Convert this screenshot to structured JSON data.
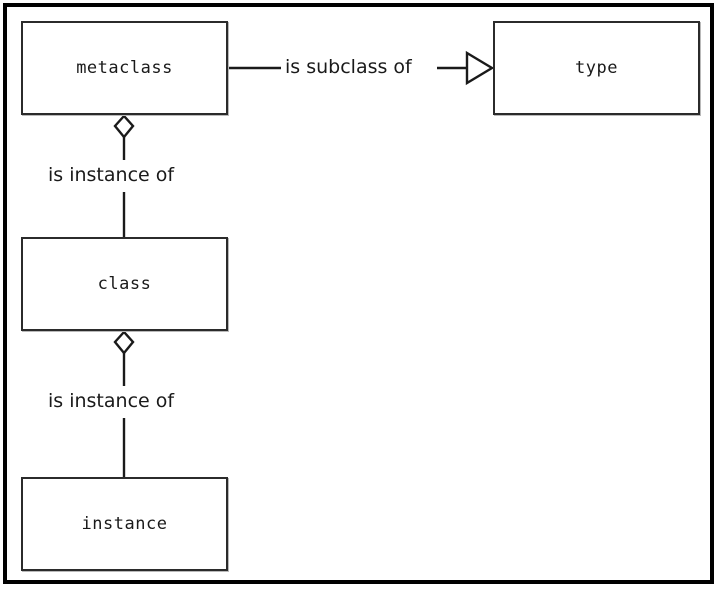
{
  "diagram": {
    "type": "uml-class-relationship-diagram",
    "background_color": "#ffffff",
    "frame_color": "#000000",
    "node_border_color": "#2b2b2b",
    "edge_color": "#1a1a1a",
    "nodes": [
      {
        "id": "metaclass",
        "label": "metaclass"
      },
      {
        "id": "type",
        "label": "type"
      },
      {
        "id": "class",
        "label": "class"
      },
      {
        "id": "instance",
        "label": "instance"
      }
    ],
    "edges": [
      {
        "id": "metaclass-to-type",
        "label": "is subclass of",
        "from": "metaclass",
        "to": "type",
        "marker": "hollow-triangle-arrowhead"
      },
      {
        "id": "metaclass-to-class",
        "label": "is instance of",
        "from": "metaclass",
        "to": "class",
        "marker": "hollow-diamond"
      },
      {
        "id": "class-to-instance",
        "label": "is instance of",
        "from": "class",
        "to": "instance",
        "marker": "hollow-diamond"
      }
    ]
  }
}
